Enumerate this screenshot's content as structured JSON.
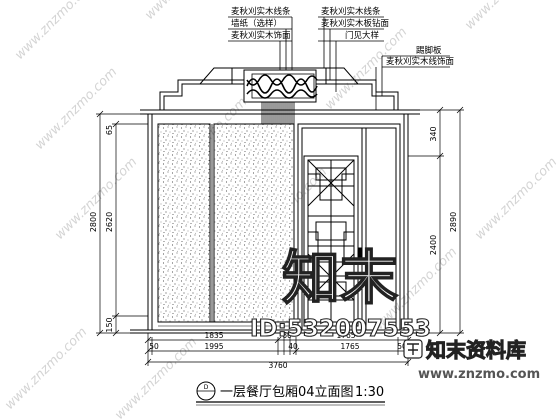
{
  "annotations": {
    "left": [
      "麦秋刈实木线条",
      "墙纸（选样）",
      "麦秋刈实木饰面"
    ],
    "center": [
      "麦秋刈实木线条",
      "麦秋刈实木板钻面",
      "门见大样"
    ],
    "right": [
      "踢脚板",
      "麦秋刈实木线饰面"
    ]
  },
  "dimensions": {
    "left_total": "2800",
    "left_inner": "2620",
    "left_top": "65",
    "left_base": "150",
    "right_upper": "340",
    "right_middle": "2400",
    "right_total": "2890",
    "bottom_a": "1835",
    "bottom_b": "60",
    "bottom_c": "1765",
    "bottom_d": "1995",
    "bottom_e": "1765",
    "bottom_f": "50",
    "bottom_g": "40",
    "bottom_h": "50",
    "bottom_total": "3760"
  },
  "title": {
    "text": "一层餐厅包厢04立面图",
    "scale": "1:30",
    "symbol": "D"
  },
  "watermarks": {
    "logo_cn": "知末",
    "id": "ID:532007553",
    "brand": "知末资料库",
    "url_bottom": "www.znzmo.com",
    "url_diag": "www.znzmo.com"
  }
}
